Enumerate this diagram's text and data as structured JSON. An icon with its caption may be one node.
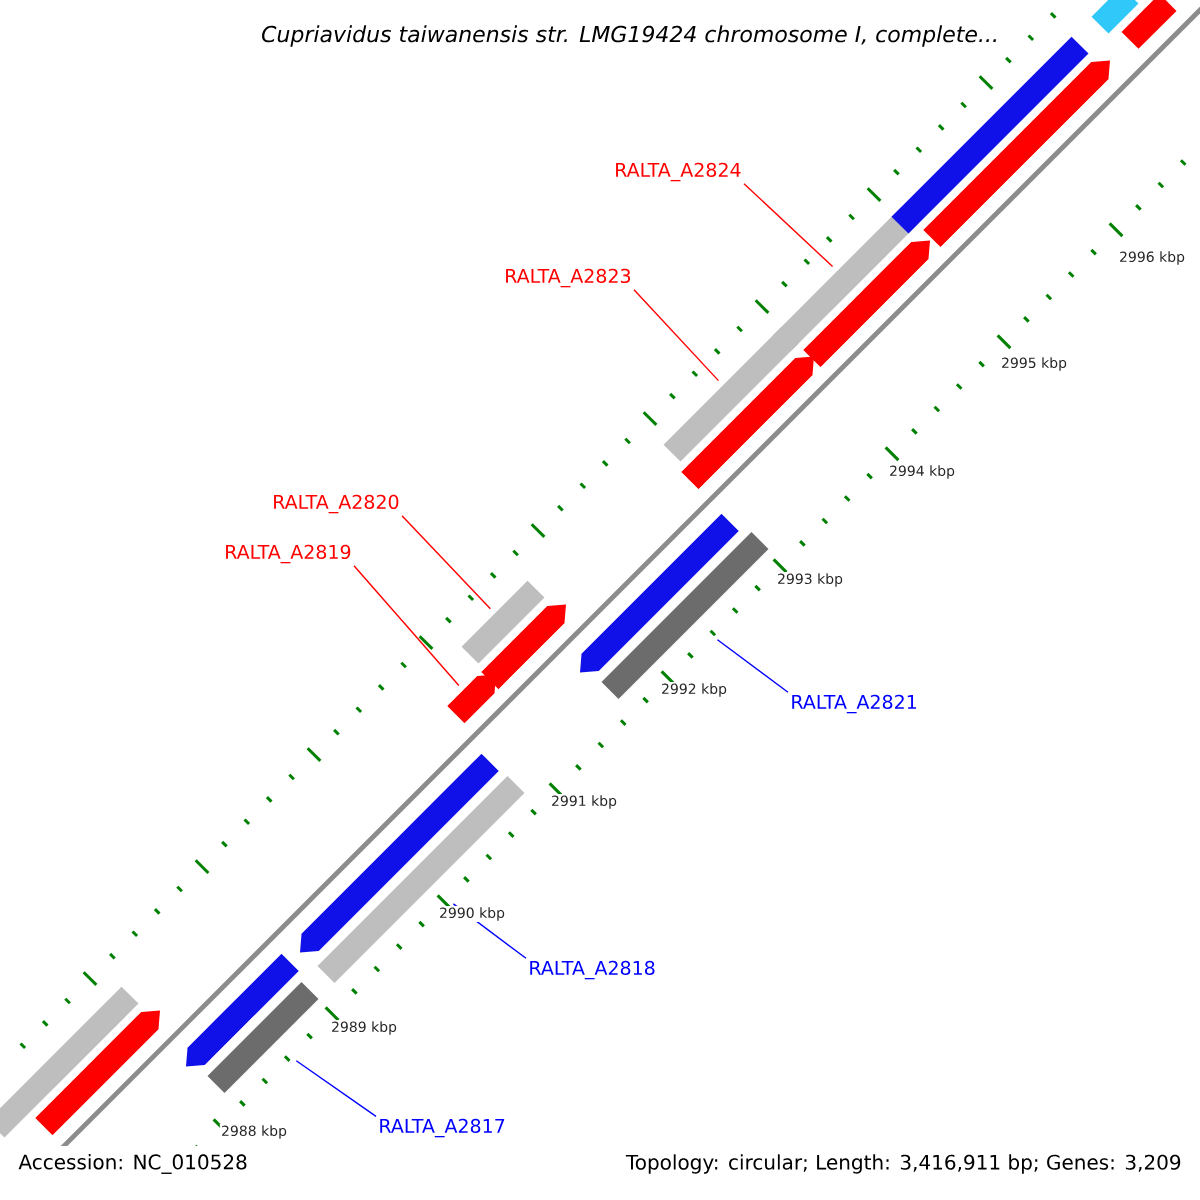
{
  "diagram": {
    "title": "Cupriavidus taiwanensis str. LMG19424 chromosome I, complete...",
    "nodes": [
      {
        "text": [
          "RALTA_A2824"
        ]
      },
      {
        "text": [],
        "shape": "bar"
      },
      {
        "text": [
          "RALTA_A2823"
        ]
      },
      {
        "text": [],
        "shape": "bar"
      },
      {
        "text": [
          "RALTA_A2820"
        ]
      },
      {
        "text": [],
        "shape": "bar"
      },
      {
        "text": [
          "RALTA_A2819"
        ]
      },
      {
        "text": [],
        "shape": "bar"
      },
      {
        "text": [
          "RALTA_A2821"
        ]
      },
      {
        "text": [],
        "shape": "bar"
      },
      {
        "text": [
          "RALTA_A2818"
        ]
      },
      {
        "text": [],
        "shape": "bar"
      },
      {
        "text": [
          "RALTA_A2817"
        ]
      },
      {
        "text": [],
        "shape": "bar"
      },
      {
        "text": [],
        "shape": "bar"
      },
      {
        "text": [],
        "shape": "bar"
      },
      {
        "text": [],
        "shape": "bar"
      },
      {
        "text": [],
        "shape": "bar"
      },
      {
        "text": [],
        "shape": "bar"
      },
      {
        "text": [],
        "shape": "bar"
      },
      {
        "text": [],
        "shape": "bar"
      },
      {
        "text": [],
        "shape": "bar"
      },
      {
        "text": [],
        "shape": "bar"
      },
      {
        "text": [],
        "shape": "bar"
      },
      {
        "text": [],
        "shape": "bar"
      },
      {
        "text": [],
        "shape": "bar"
      }
    ],
    "edges": [
      {
        "from": 0,
        "to": 1,
        "arrow": "none"
      },
      {
        "from": 2,
        "to": 3,
        "arrow": "none"
      },
      {
        "from": 4,
        "to": 5,
        "arrow": "none"
      },
      {
        "from": 6,
        "to": 7,
        "arrow": "none"
      },
      {
        "from": 8,
        "to": 9,
        "arrow": "none",
        "color": "#0000ff"
      },
      {
        "from": 10,
        "to": 11,
        "arrow": "none",
        "color": "#0000ff"
      },
      {
        "from": 12,
        "to": 13,
        "arrow": "none",
        "color": "#0000ff"
      }
    ],
    "labels": [
      "2996 kbp",
      "2995 kbp",
      "2994 kbp",
      "2993 kbp",
      "2992 kbp",
      "2991 kbp",
      "2990 kbp",
      "2989 kbp",
      "2988 kbp",
      "Accession: NC_010528",
      "Topology: circular; Length: 3,416,911 bp; Genes: 3,209"
    ]
  }
}
